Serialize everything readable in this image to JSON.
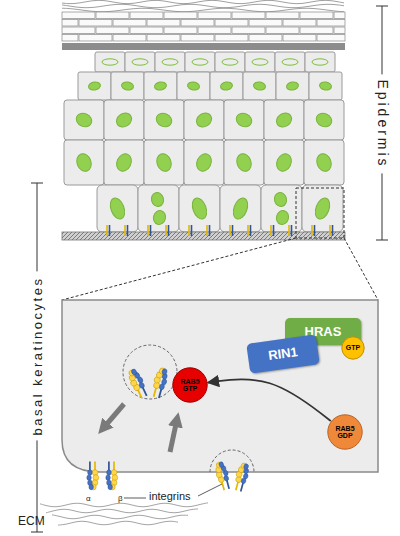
{
  "diagram": {
    "nodes": [
      {
        "text": [
          "HRAS"
        ]
      },
      {
        "text": [
          "GTP"
        ],
        "in": 0
      },
      {
        "text": [
          "RIN1"
        ]
      },
      {
        "text": [
          "RAB5 GTP"
        ]
      },
      {
        "text": [
          "RAB5 GDP"
        ]
      }
    ],
    "edges": [
      {
        "from": 4,
        "to": 3,
        "arrow": "to"
      }
    ],
    "labels": [
      "Epidermis",
      "basal keratinocytes",
      "integrins",
      "α",
      "β",
      "ECM"
    ]
  }
}
